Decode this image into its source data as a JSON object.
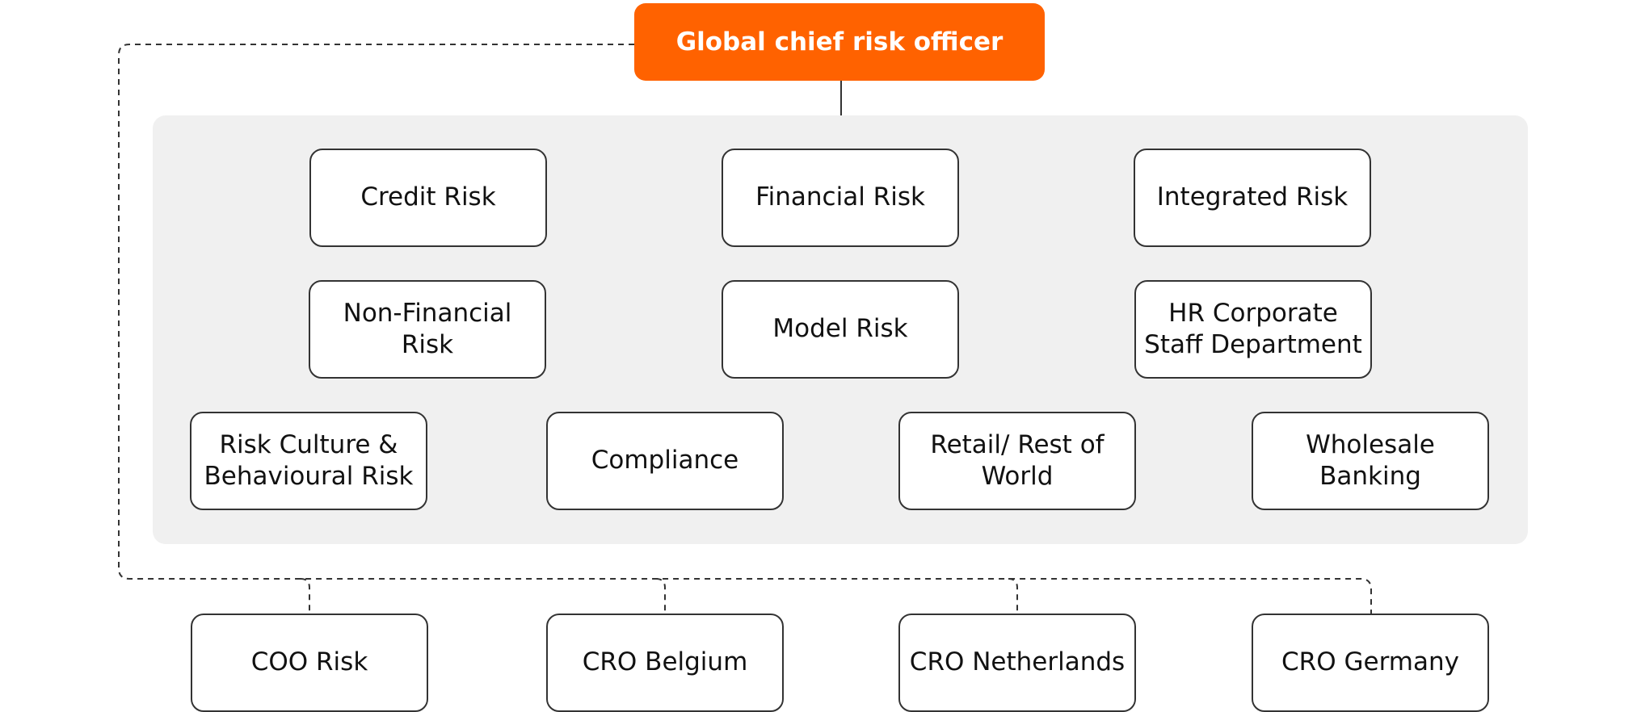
{
  "colors": {
    "accent": "#FF6200",
    "panel": "#F0F0F0",
    "box_border": "#333333",
    "line": "#333333"
  },
  "top": {
    "label": "Global chief risk officer"
  },
  "functions": [
    {
      "id": "credit-risk",
      "label": "Credit Risk"
    },
    {
      "id": "financial-risk",
      "label": "Financial Risk"
    },
    {
      "id": "integrated-risk",
      "label": "Integrated Risk"
    },
    {
      "id": "non-financial-risk",
      "label": "Non-Financial Risk"
    },
    {
      "id": "model-risk",
      "label": "Model Risk"
    },
    {
      "id": "hr-corporate-staff-department",
      "label": "HR Corporate Staff Department"
    },
    {
      "id": "risk-culture-behavioural-risk",
      "label": "Risk Culture & Behavioural Risk"
    },
    {
      "id": "compliance",
      "label": "Compliance"
    },
    {
      "id": "retail-rest-of-world",
      "label": "Retail/ Rest of World"
    },
    {
      "id": "wholesale-banking",
      "label": "Wholesale Banking"
    }
  ],
  "regional": [
    {
      "id": "coo-risk",
      "label": "COO Risk"
    },
    {
      "id": "cro-belgium",
      "label": "CRO Belgium"
    },
    {
      "id": "cro-netherlands",
      "label": "CRO Netherlands"
    },
    {
      "id": "cro-germany",
      "label": "CRO Germany"
    }
  ],
  "links": [
    {
      "from": "top",
      "to": "functions",
      "style": "solid"
    },
    {
      "from": "top",
      "to": "regional",
      "style": "dashed"
    }
  ]
}
